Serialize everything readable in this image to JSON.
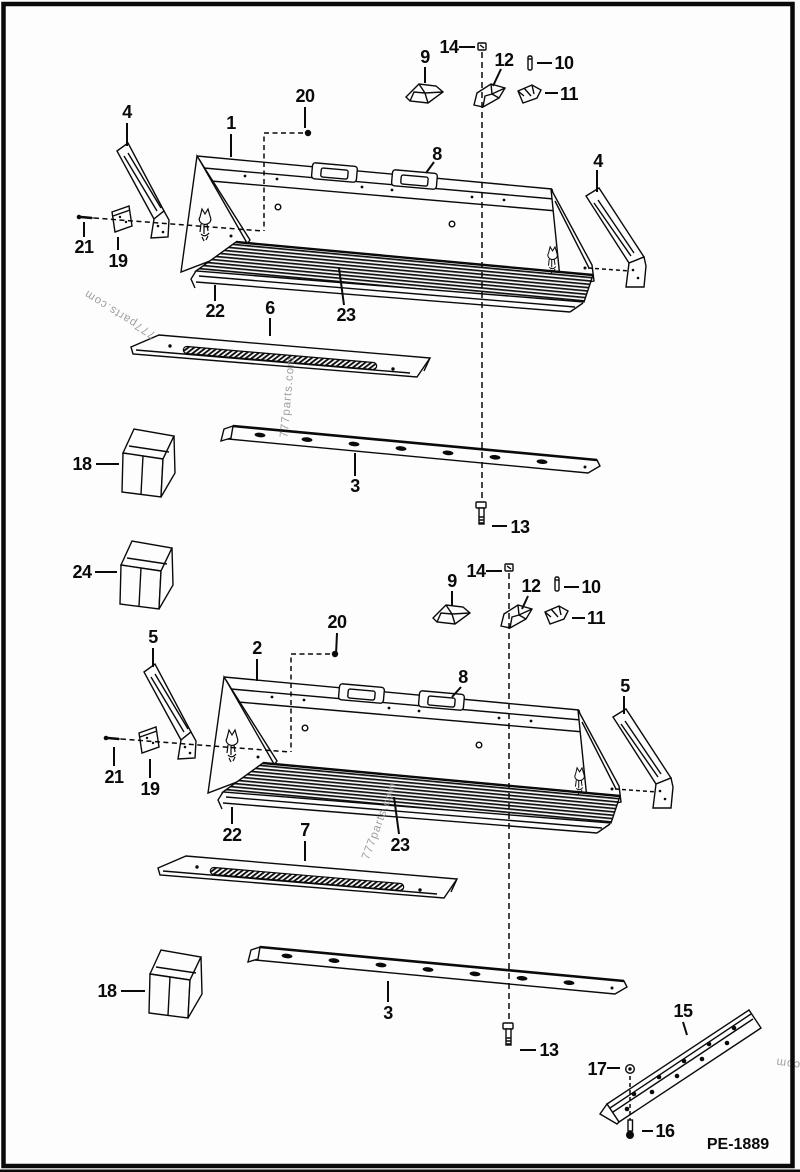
{
  "page": {
    "code": "PE-1889",
    "watermark": "777parts.com"
  },
  "assembly1": {
    "bucket": "1",
    "side_cutter_left": "4",
    "side_cutter_right": "4",
    "top_guard": "8",
    "tooth_center": "9",
    "pin": "10",
    "tooth_side": "11",
    "tooth": "12",
    "bolt": "13",
    "carriage_bolt": "14",
    "kit_box": "18",
    "plate": "19",
    "pos_20": "20",
    "screw": "21",
    "side_edge": "22",
    "serrated_floor": "23",
    "cutting_edge": "3",
    "wear_plate": "6"
  },
  "assembly2": {
    "bucket": "2",
    "side_cutter_left": "5",
    "side_cutter_right": "5",
    "top_guard": "8",
    "tooth_center": "9",
    "pin": "10",
    "tooth_side": "11",
    "tooth": "12",
    "bolt": "13",
    "carriage_bolt": "14",
    "kit_box": "18",
    "kit_box_2": "24",
    "plate": "19",
    "pos_20": "20",
    "screw": "21",
    "side_edge": "22",
    "serrated_floor": "23",
    "cutting_edge": "3",
    "wear_plate": "7"
  },
  "edge_kit": {
    "bolt_on_edge": "15",
    "bolt": "16",
    "nut": "17"
  }
}
